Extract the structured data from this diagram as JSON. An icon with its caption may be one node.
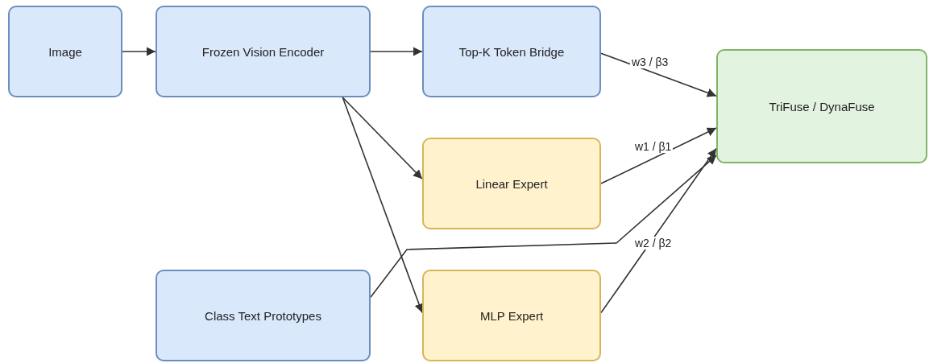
{
  "diagram": {
    "nodes": [
      {
        "text": [
          "Image"
        ]
      },
      {
        "text": [
          "Frozen Vision Encoder"
        ]
      },
      {
        "text": [
          "Top-K Token Bridge"
        ]
      },
      {
        "text": [
          "TriFuse / DynaFuse"
        ]
      },
      {
        "text": [
          "Linear Expert"
        ]
      },
      {
        "text": [
          "Class Text Prototypes"
        ]
      },
      {
        "text": [
          "MLP Expert"
        ]
      }
    ],
    "edges": [
      {
        "from": 0,
        "to": 1,
        "arrow": "to"
      },
      {
        "from": 1,
        "to": 2,
        "arrow": "to"
      },
      {
        "from": 1,
        "to": 4,
        "arrow": "to"
      },
      {
        "from": 1,
        "to": 6,
        "arrow": "to"
      },
      {
        "from": 2,
        "to": 3,
        "arrow": "to",
        "label": "w3 / β3"
      },
      {
        "from": 4,
        "to": 3,
        "arrow": "to",
        "label": "w1 / β1"
      },
      {
        "from": 6,
        "to": 3,
        "arrow": "to",
        "label": "w2 / β2"
      },
      {
        "from": 5,
        "to": 3,
        "arrow": "to"
      }
    ]
  }
}
